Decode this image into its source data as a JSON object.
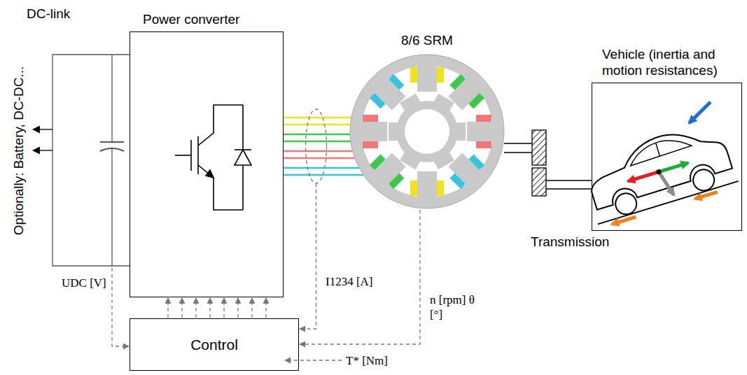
{
  "diagram": {
    "nodes": [
      {
        "text": [
          "Power converter"
        ]
      },
      {
        "text": [
          "Control"
        ]
      },
      {
        "text": [
          "8/6 SRM"
        ]
      },
      {
        "text": [
          "Vehicle (inertia and motion resistances)"
        ]
      }
    ],
    "edges": [
      {
        "from": 0,
        "to": 2,
        "arrow": "none"
      },
      {
        "from": 1,
        "to": 0,
        "arrow": "to"
      },
      {
        "from": 2,
        "to": 1,
        "arrow": "to",
        "label": "I1234 [A]"
      },
      {
        "from": 2,
        "to": 1,
        "arrow": "to",
        "label": "n [rpm] θ [°]"
      }
    ],
    "labels": [
      "DC-link",
      "Optionally: Battery, DC-DC...",
      "UDC [V]",
      "T* [Nm]",
      "Transmission"
    ]
  }
}
